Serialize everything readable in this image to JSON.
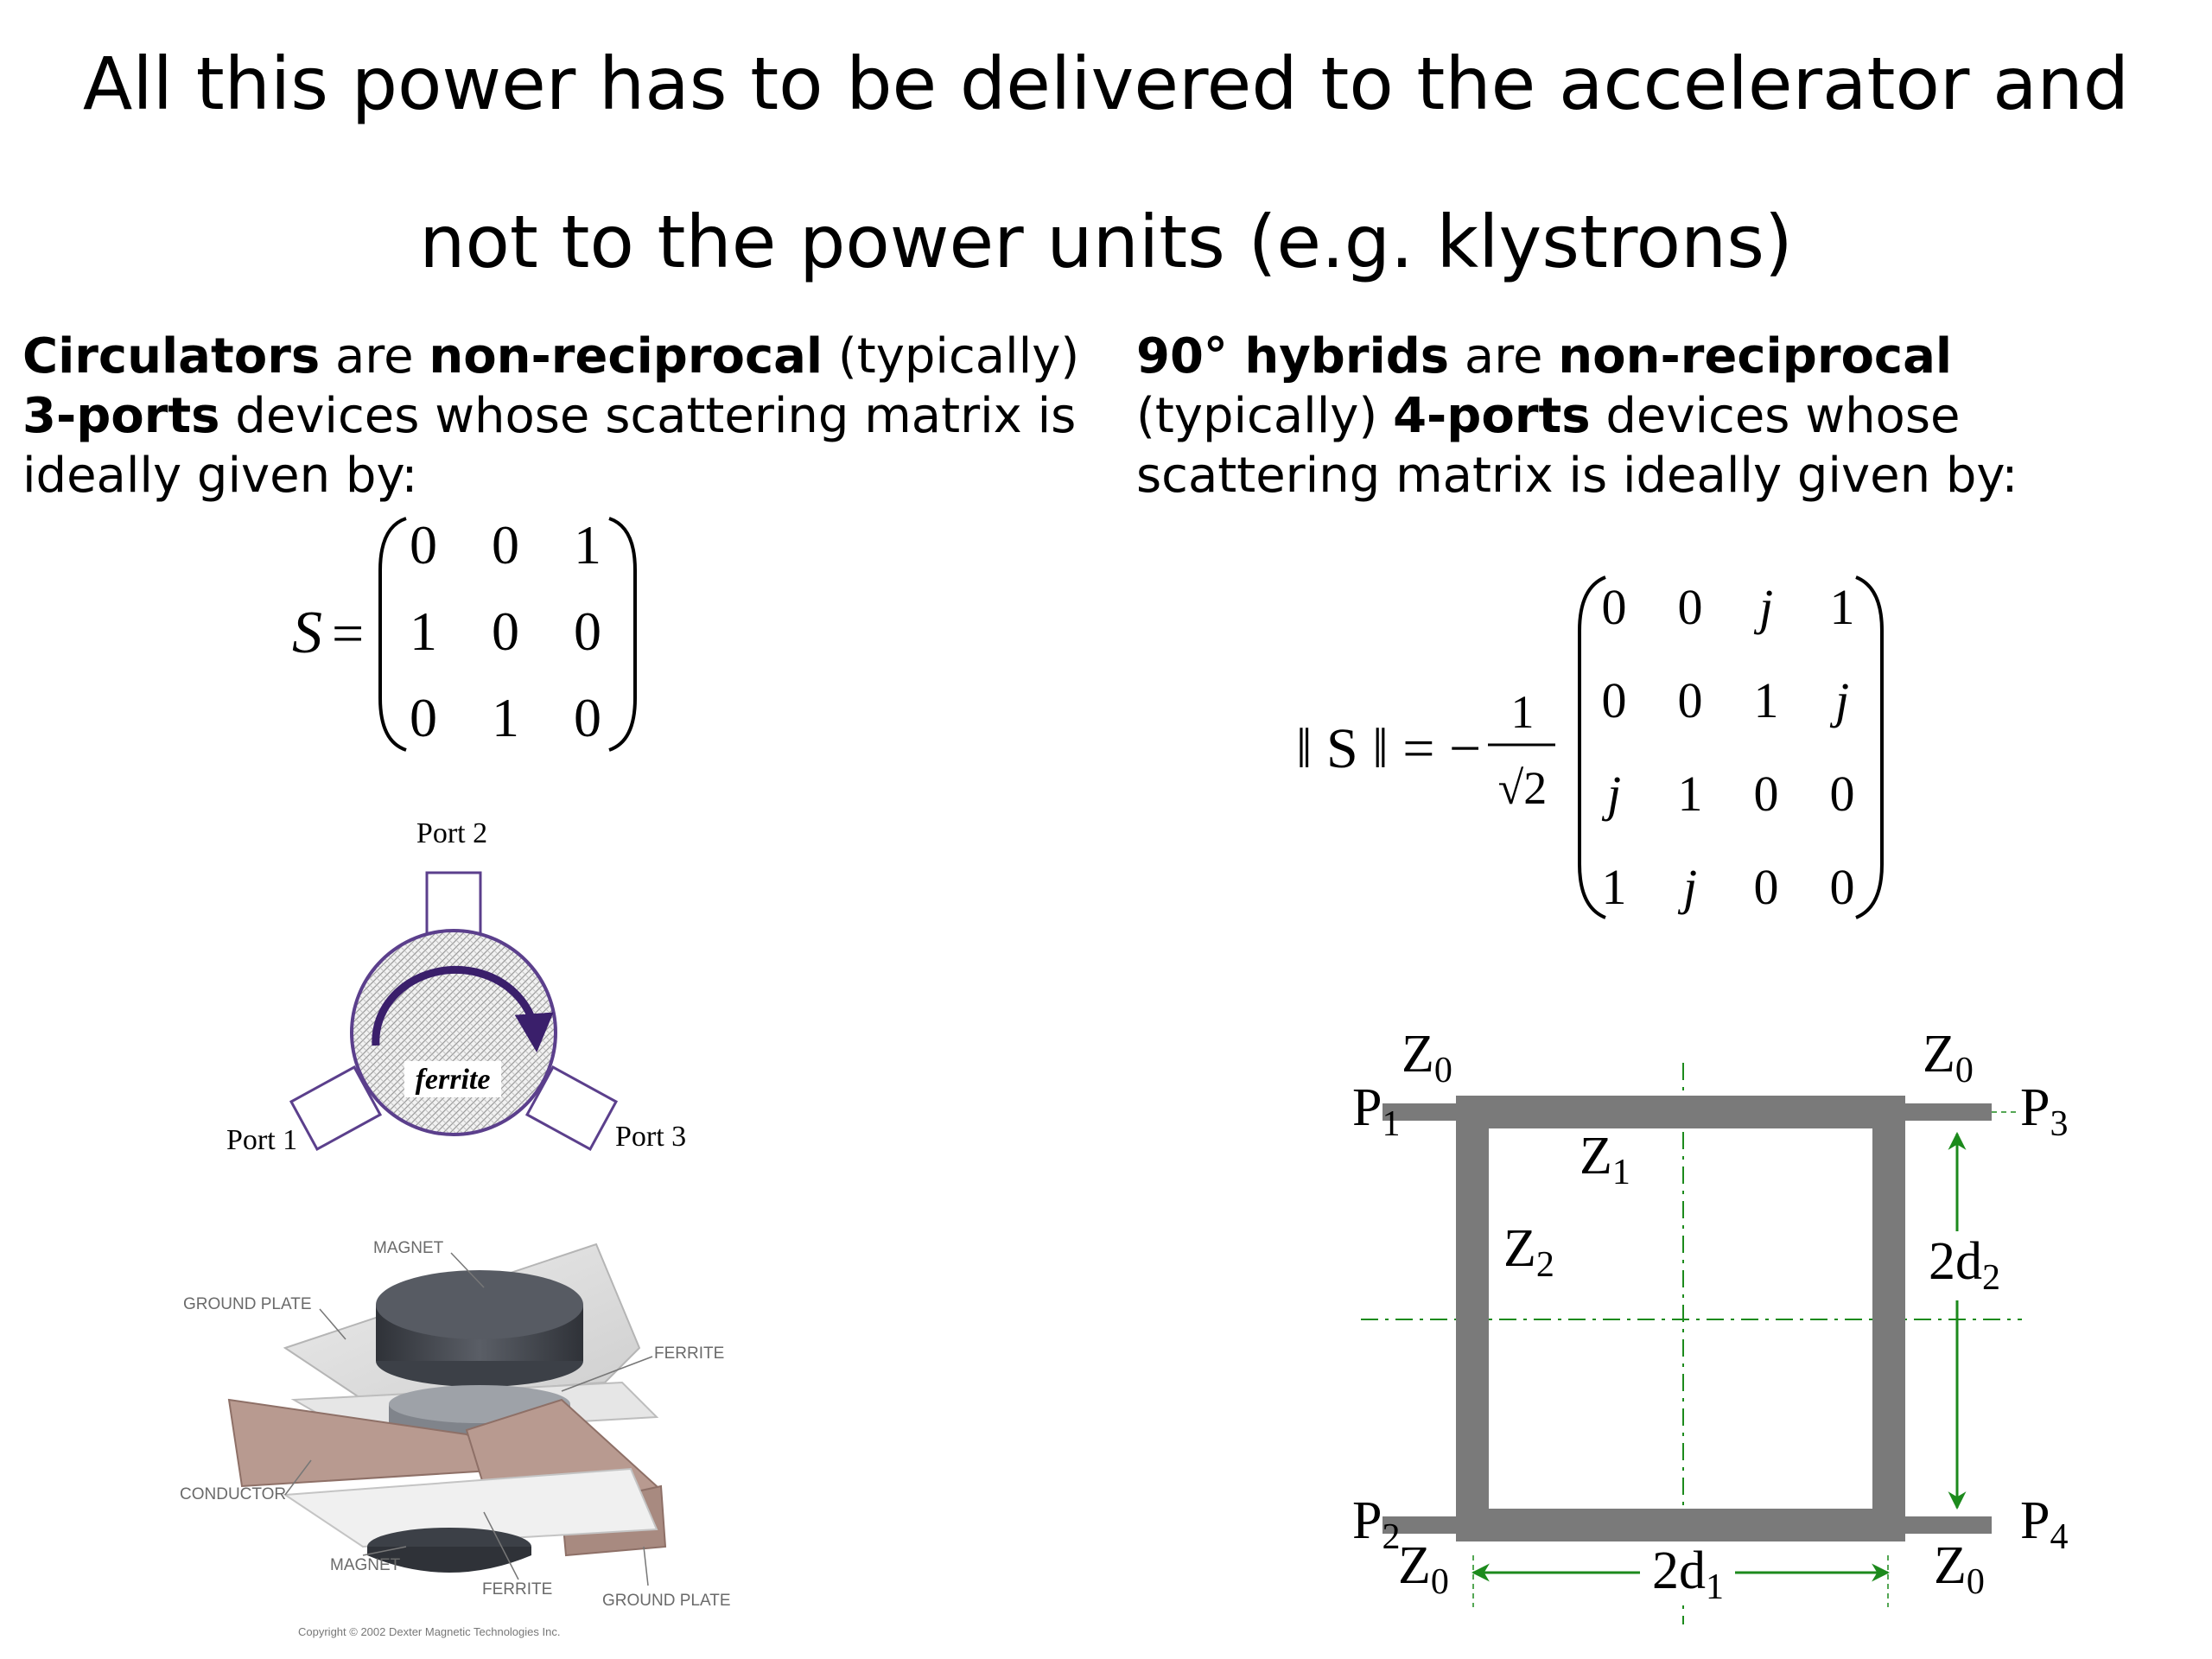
{
  "title": {
    "line1": "All this power has to be delivered to the accelerator and",
    "line2": "not to the power units (e.g. klystrons)"
  },
  "circulator": {
    "term": "Circulators",
    "are": " are ",
    "property": "non-reciprocal",
    "typically": " (typically) ",
    "ports": "3-ports",
    "rest": " devices whose scattering matrix is ideally given by:",
    "matrix_symbol": "S",
    "equals": "=",
    "matrix": [
      [
        "0",
        "0",
        "1"
      ],
      [
        "1",
        "0",
        "0"
      ],
      [
        "0",
        "1",
        "0"
      ]
    ],
    "diagram": {
      "port1": "Port 1",
      "port2": "Port 2",
      "port3": "Port 3",
      "ferrite": "ferrite"
    },
    "photo": {
      "magnet_top": "MAGNET",
      "ground_plate_top": "GROUND PLATE",
      "ferrite": "FERRITE",
      "conductor": "CONDUCTOR",
      "magnet_bottom": "MAGNET",
      "ferrite_bottom": "FERRITE",
      "ground_plate_bottom": "GROUND PLATE",
      "copyright": "Copyright © 2002 Dexter Magnetic Technologies Inc."
    }
  },
  "hybrid": {
    "term": "90° hybrids",
    "are": " are ",
    "property": "non-reciprocal",
    "typically": " (typically) ",
    "ports": "4-ports",
    "rest": " devices whose scattering matrix is ideally given by:",
    "matrix_lhs": "‖ S ‖ = −",
    "frac_num": "1",
    "frac_den": "√2",
    "matrix": [
      [
        "0",
        "0",
        "j",
        "1"
      ],
      [
        "0",
        "0",
        "1",
        "j"
      ],
      [
        "j",
        "1",
        "0",
        "0"
      ],
      [
        "1",
        "j",
        "0",
        "0"
      ]
    ],
    "diagram": {
      "z0": "Z",
      "z0_sub": "0",
      "z1": "Z",
      "z1_sub": "1",
      "z2": "Z",
      "z2_sub": "2",
      "p": "P",
      "p1_sub": "1",
      "p2_sub": "2",
      "p3_sub": "3",
      "p4_sub": "4",
      "d2": "2d",
      "d2_sub": "2",
      "d1": "2d",
      "d1_sub": "1"
    }
  },
  "colors": {
    "circulator_outline": "#5b3f8c",
    "arrow": "#3a1f6b",
    "line_gray": "#7a7a7a",
    "dim_green": "#1c8a1c",
    "conductor": "#b89a90",
    "magnet": "#4a4e56"
  }
}
